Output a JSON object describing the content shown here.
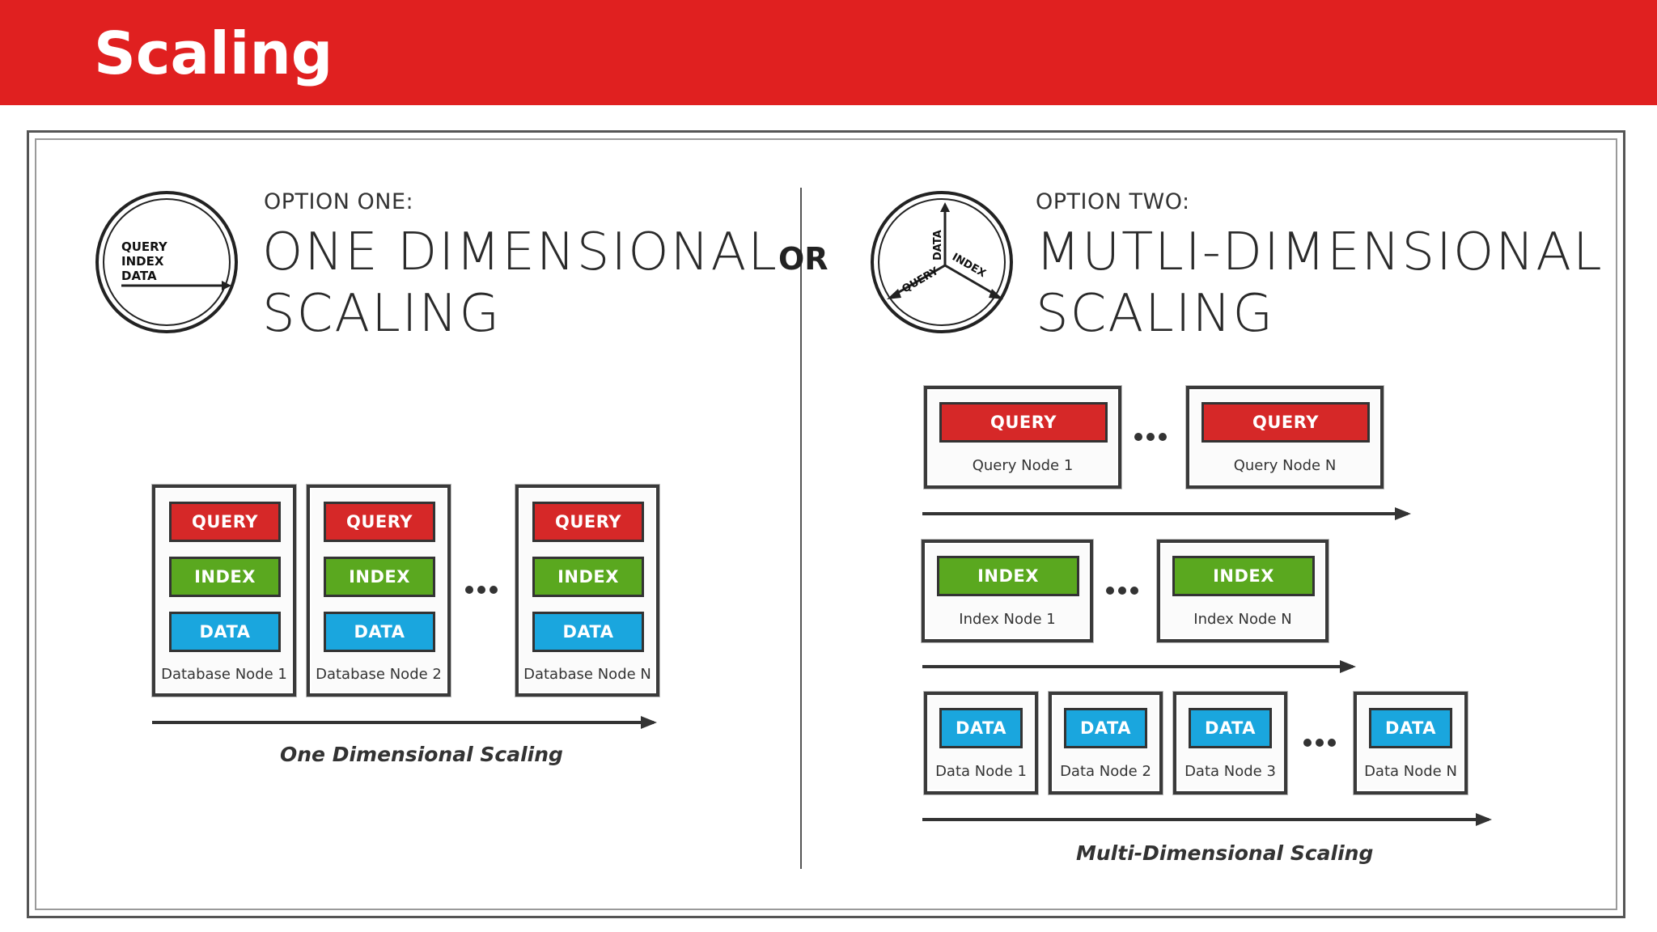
{
  "header": {
    "title": "Scaling"
  },
  "separator": {
    "or_label": "OR"
  },
  "option_one": {
    "label": "OPTION ONE:",
    "title_line1": "ONE DIMENSIONAL",
    "title_line2": "SCALING",
    "emblem_lines": [
      "QUERY",
      "INDEX",
      "DATA"
    ],
    "nodes": [
      {
        "query": "QUERY",
        "index": "INDEX",
        "data": "DATA",
        "label": "Database Node 1"
      },
      {
        "query": "QUERY",
        "index": "INDEX",
        "data": "DATA",
        "label": "Database Node 2"
      },
      {
        "query": "QUERY",
        "index": "INDEX",
        "data": "DATA",
        "label": "Database Node N"
      }
    ],
    "caption": "One Dimensional Scaling"
  },
  "option_two": {
    "label": "OPTION TWO:",
    "title_line1": "MUTLI-DIMENSIONAL",
    "title_line2": "SCALING",
    "emblem_axes": {
      "data": "DATA",
      "index": "INDEX",
      "query": "QUERY"
    },
    "query_nodes": [
      {
        "chip": "QUERY",
        "label": "Query Node 1"
      },
      {
        "chip": "QUERY",
        "label": "Query Node N"
      }
    ],
    "index_nodes": [
      {
        "chip": "INDEX",
        "label": "Index Node 1"
      },
      {
        "chip": "INDEX",
        "label": "Index Node N"
      }
    ],
    "data_nodes": [
      {
        "chip": "DATA",
        "label": "Data Node 1"
      },
      {
        "chip": "DATA",
        "label": "Data Node 2"
      },
      {
        "chip": "DATA",
        "label": "Data Node 3"
      },
      {
        "chip": "DATA",
        "label": "Data Node N"
      }
    ],
    "caption": "Multi-Dimensional Scaling"
  },
  "colors": {
    "header": "#e02020",
    "query": "#d62828",
    "index": "#5aa81f",
    "data": "#1aa6de"
  }
}
